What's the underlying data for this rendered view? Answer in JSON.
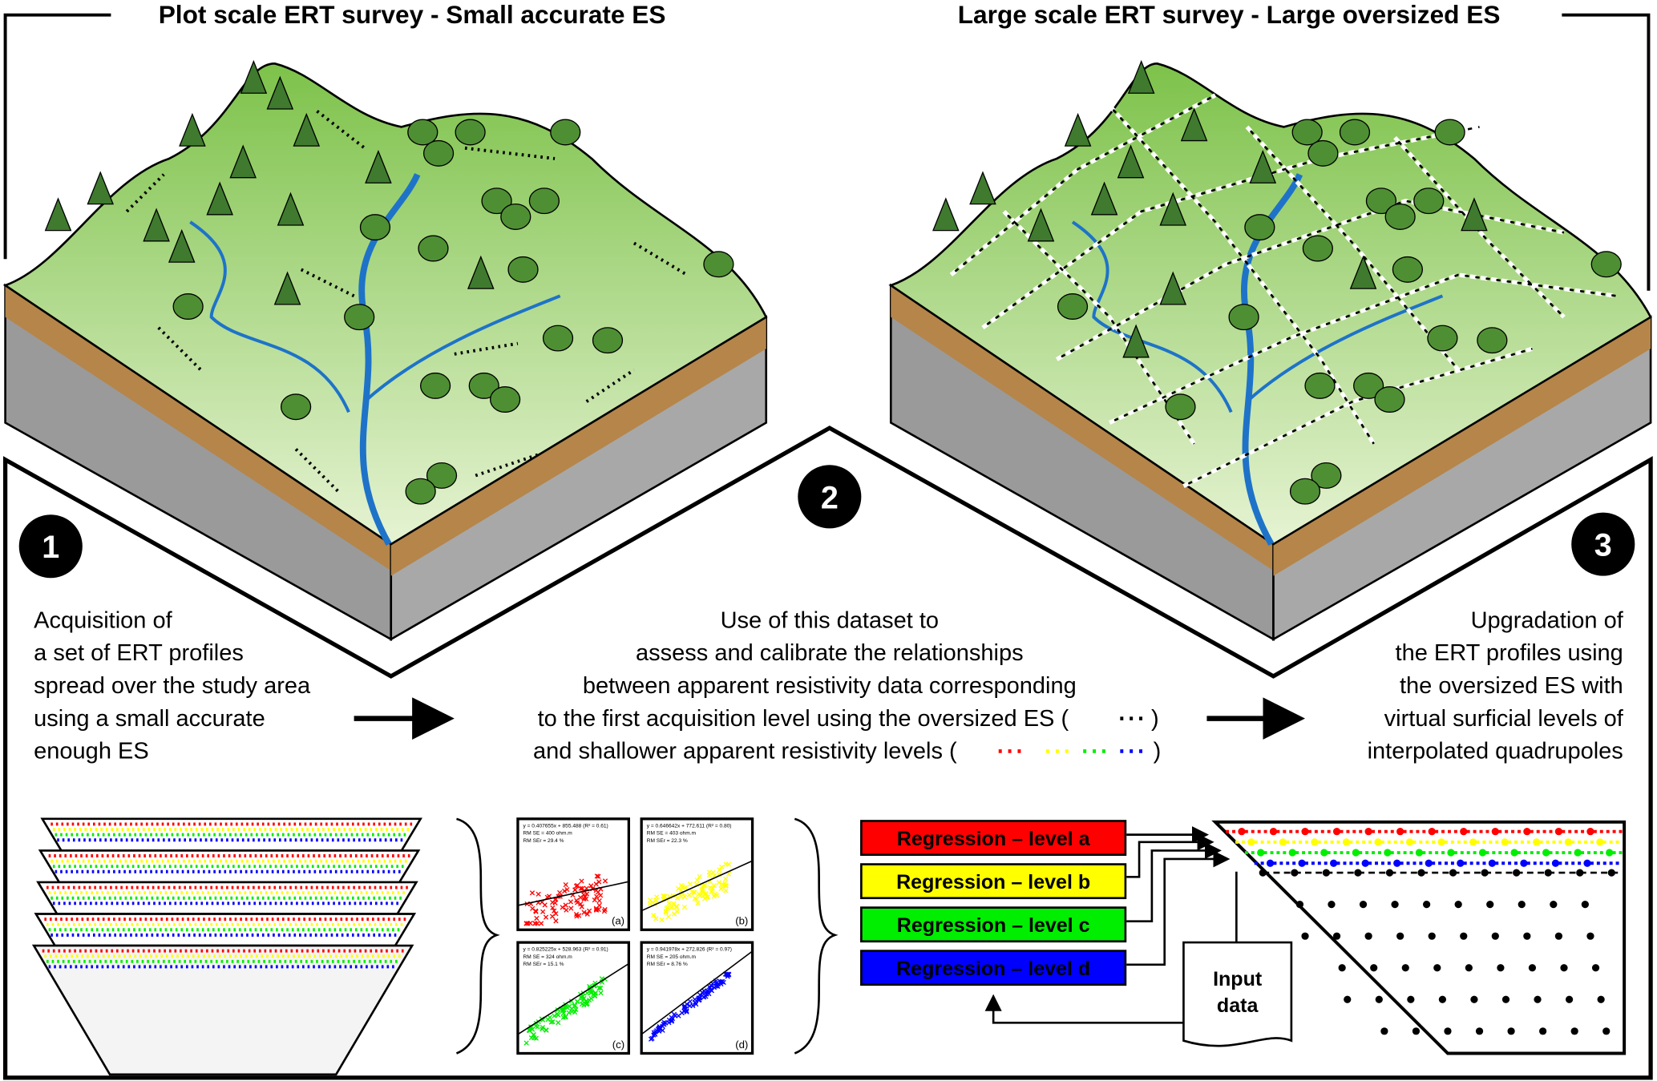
{
  "titles": {
    "left": "Plot scale ERT survey - Small accurate ES",
    "right": "Large scale ERT survey - Large oversized ES"
  },
  "steps": [
    {
      "number": "1",
      "lines": [
        "Acquisition of",
        "a set of ERT profiles",
        "spread over the study area",
        "using a small accurate",
        "enough ES"
      ]
    },
    {
      "number": "2",
      "lines": [
        "Use of this dataset to",
        "assess and calibrate the relationships",
        "between apparent resistivity data corresponding",
        "to the first acquisition level using the oversized ES (",
        "and shallower apparent resistivity levels ("
      ],
      "close_paren": ")"
    },
    {
      "number": "3",
      "lines": [
        "Upgradation of",
        "the ERT profiles using",
        "the oversized ES with",
        "virtual surficial levels of",
        "interpolated quadrupoles"
      ]
    }
  ],
  "level_colors": {
    "a": "#ff0000",
    "b": "#ffff00",
    "c": "#00ee00",
    "d": "#0000ff"
  },
  "plots": [
    {
      "eq": "y = 0.407655x + 855.488 (R² = 0.61)",
      "rmse": "RM SE = 400 ohm.m",
      "rmser": "RM SEr = 29.4 %",
      "label": "(a)",
      "color": "#ff0000"
    },
    {
      "eq": "y = 0.646642x + 772.611 (R² = 0.80)",
      "rmse": "RM SE = 403 ohm.m",
      "rmser": "RM SEr = 22.3 %",
      "label": "(b)",
      "color": "#ffff00"
    },
    {
      "eq": "y = 0.825225x + 528.963 (R² = 0.91)",
      "rmse": "RM SE = 324 ohm.m",
      "rmser": "RM SEr = 15.1 %",
      "label": "(c)",
      "color": "#00ee00"
    },
    {
      "eq": "y = 0.941978x + 272.826 (R² = 0.97)",
      "rmse": "RM SE = 205 ohm.m",
      "rmser": "RM SEr = 8.76 %",
      "label": "(d)",
      "color": "#0000ff"
    }
  ],
  "regressions": [
    {
      "label": "Regression – level a",
      "color": "#ff0000"
    },
    {
      "label": "Regression – level b",
      "color": "#ffff00"
    },
    {
      "label": "Regression – level c",
      "color": "#00ee00"
    },
    {
      "label": "Regression – level d",
      "color": "#0000ff"
    }
  ],
  "input_data": [
    "Input",
    "data"
  ]
}
